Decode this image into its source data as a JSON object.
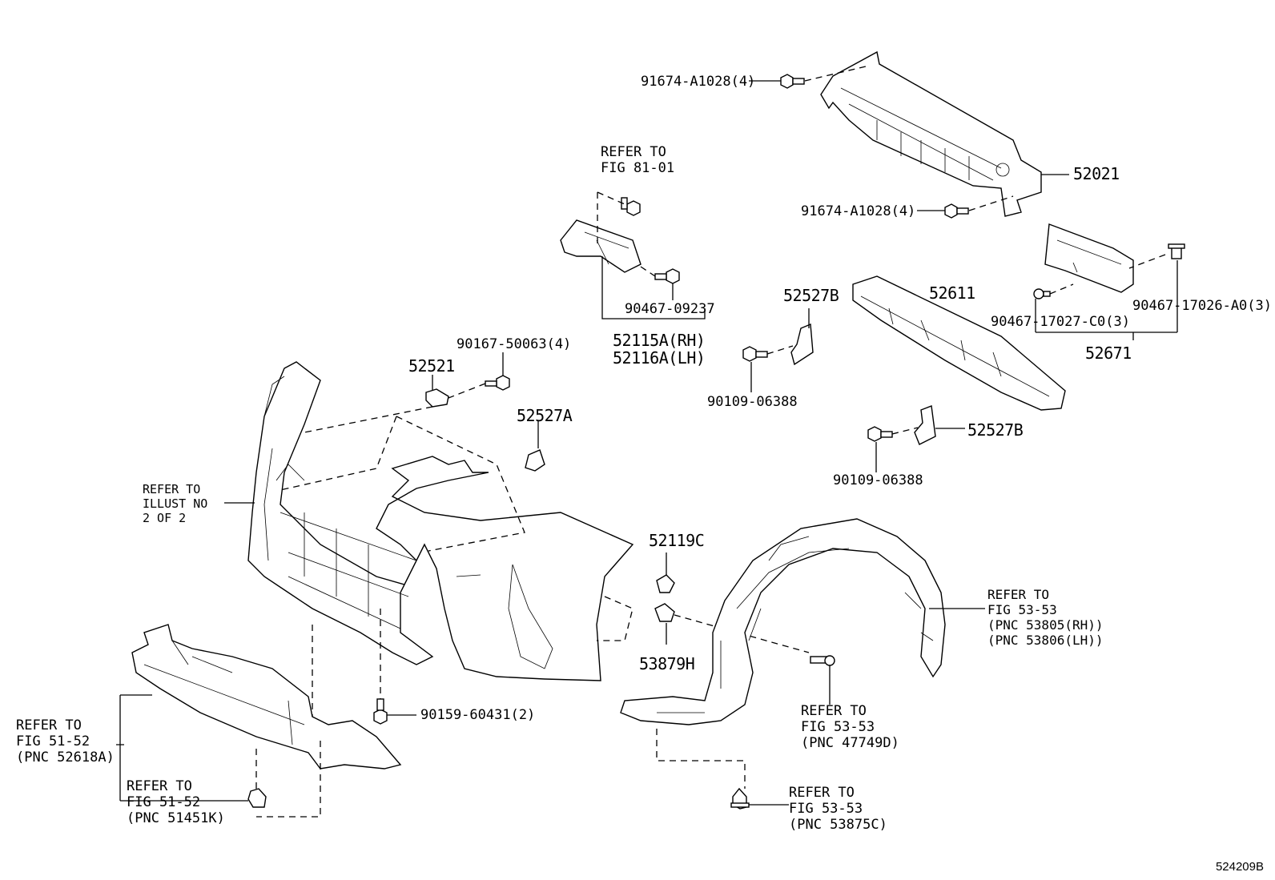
{
  "labels": {
    "p_91674_top": "91674-A1028(4)",
    "p_91674_bot": "91674-A1028(4)",
    "p_52021": "52021",
    "refer_81_01": "REFER TO\nFIG 81-01",
    "p_90467_09237": "90467-09237",
    "p_52115a": "52115A(RH)",
    "p_52116a": "52116A(LH)",
    "p_52527b_1": "52527B",
    "p_52611": "52611",
    "p_90467_17027": "90467-17027-C0(3)",
    "p_90467_17026": "90467-17026-A0(3)",
    "p_52671": "52671",
    "p_90109_1": "90109-06388",
    "p_52527b_2": "52527B",
    "p_90109_2": "90109-06388",
    "p_90167": "90167-50063(4)",
    "p_52521": "52521",
    "p_52527a": "52527A",
    "refer_illust": "REFER TO\nILLUST NO\n2 OF 2",
    "p_52119c": "52119C",
    "p_53879h": "53879H",
    "refer_53_53_a": "REFER TO\nFIG 53-53\n(PNC 53805(RH))\n(PNC 53806(LH))",
    "refer_53_53_b": "REFER TO\nFIG 53-53\n(PNC 47749D)",
    "refer_53_53_c": "REFER TO\nFIG 53-53\n(PNC 53875C)",
    "p_90159": "90159-60431(2)",
    "refer_51_52_a": "REFER TO\nFIG 51-52\n(PNC 52618A)",
    "refer_51_52_b": "REFER TO\nFIG 51-52\n(PNC 51451K)",
    "figure_id": "524209B"
  }
}
